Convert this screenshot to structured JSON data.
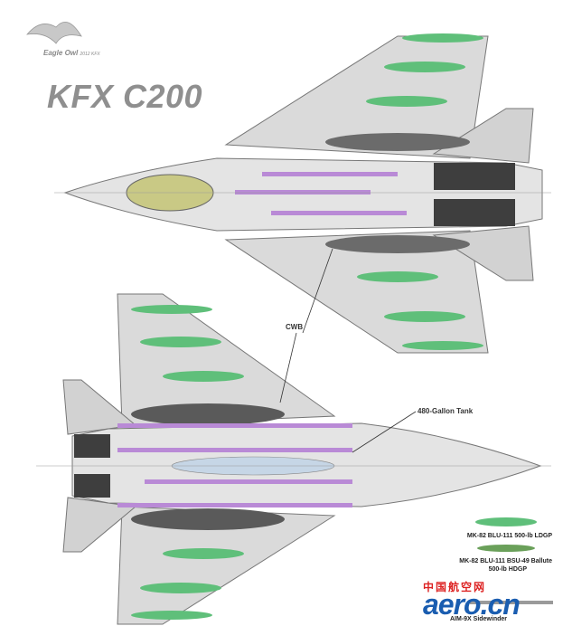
{
  "brand": {
    "name": "Eagle Owl",
    "year": "2012 KFX"
  },
  "title": "KFX C200",
  "callouts": {
    "cwb": "CWB",
    "tank": "480-Gallon Tank"
  },
  "legend": [
    {
      "line1": "MK-82 BLU-111 500-lb LDGP"
    },
    {
      "line1": "MK-82 BLU-111 BSU-49 Ballute",
      "line2": "500-lb HDGP"
    },
    {
      "line1": "AIM-9X Sidewinder"
    }
  ],
  "watermark": {
    "cn": "中国航空网",
    "en": "aero.cn"
  },
  "colors": {
    "airframe": "#dcdcdc",
    "outline": "#7a7a7a",
    "missile": "#b98ad6",
    "bomb": "#5fbf7a",
    "tank": "#5a5a5a",
    "canopy": "#c9c985",
    "engine": "#3a3a3a"
  }
}
